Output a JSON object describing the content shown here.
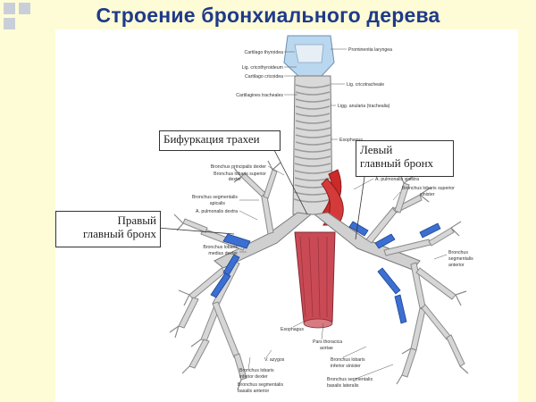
{
  "slide": {
    "title": "Строение бронхиального дерева",
    "callouts": {
      "bifurcation": "Бифуркация трахеи",
      "left_main_line1": "Левый",
      "left_main_line2": "главный бронх",
      "right_main_line1": "Правый",
      "right_main_line2": "главный бронх"
    },
    "latin_labels": {
      "cartilago_thyroidea": "Cartilago thyroidea",
      "prominentia_laryngea": "Prominentia laryngea",
      "lig_cricothyroideum": "Lig. cricothyroideum",
      "cartilago_cricoidea": "Cartilago cricoidea",
      "lig_cricotracheale": "Lig. cricotracheale",
      "cartilagines_tracheales": "Cartilagines tracheales",
      "ligg_anularia": "Ligg. anularia (trachealia)",
      "esophagus_top": "Esophagus",
      "bronchus_principalis_dexter": "Bronchus principalis dexter",
      "bronchus_lobaris_superior_dexter_1": "Bronchus lobaris superior",
      "bronchus_lobaris_superior_dexter_2": "dexter",
      "a_pulmonalis_sinistra": "A. pulmonalis sinistra",
      "bronchus_lobaris_superior_sinister_1": "Bronchus lobaris superior",
      "bronchus_lobaris_superior_sinister_2": "sinister",
      "bronchus_segmentalis_apicalis_1": "Bronchus segmentalis",
      "bronchus_segmentalis_apicalis_2": "apicalis",
      "a_pulmonalis_dextra": "A. pulmonalis dextra",
      "bronchus_lobaris_medius_1": "Bronchus lobaris",
      "bronchus_lobaris_medius_2": "medius dexter",
      "bronchus_segmentalis_anterior_1": "Bronchus",
      "bronchus_segmentalis_anterior_2": "segmentalis",
      "bronchus_segmentalis_anterior_3": "anterior",
      "esophagus_bottom": "Esophagus",
      "pars_thoracica_aortae_1": "Pars thoracica",
      "pars_thoracica_aortae_2": "aortae",
      "v_azygos": "V. azygos",
      "bronchus_lobaris_inferior_dexter_1": "Bronchus lobaris",
      "bronchus_lobaris_inferior_dexter_2": "inferior dexter",
      "bronchus_lobaris_inferior_sinister_1": "Bronchus lobaris",
      "bronchus_lobaris_inferior_sinister_2": "inferior sinister",
      "bronchus_segmentalis_basalis_anterior_1": "Bronchus segmentalis",
      "bronchus_segmentalis_basalis_anterior_2": "basalis anterior",
      "bronchus_segmentalis_basalis_lateralis_1": "Bronchus segmentalis",
      "bronchus_segmentalis_basalis_lateralis_2": "basalis lateralis"
    }
  },
  "colors": {
    "title": "#1f3a8a",
    "background": "#fefcd6",
    "artery": "#cc2a2a",
    "vein": "#3b6fd1",
    "bronchus": "#cfcfcf",
    "cartilage_blue": "#9ec3e6"
  }
}
